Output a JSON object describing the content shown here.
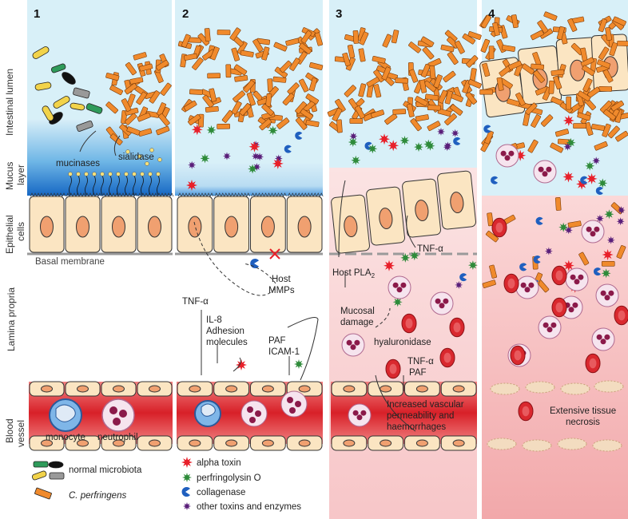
{
  "panels": [
    {
      "number": "1"
    },
    {
      "number": "2"
    },
    {
      "number": "3"
    },
    {
      "number": "4"
    }
  ],
  "row_labels": {
    "lumen": "Intestinal lumen",
    "mucus_1": "Mucus",
    "mucus_2": "layer",
    "epithelial_1": "Epithelial",
    "epithelial_2": "cells",
    "basal": "Basal membrane",
    "lamina": "Lamina propria",
    "blood_1": "Blood",
    "blood_2": "vessel"
  },
  "panel1": {
    "mucinases": "mucinases",
    "sialidase": "sialidase",
    "monocyte": "monocyte",
    "neutrophil": "neutrophil"
  },
  "panel2": {
    "host_1": "Host",
    "host_2": "MMPs",
    "tnf": "TNF-α",
    "il8": "IL-8",
    "adhesion_1": "Adhesion",
    "adhesion_2": "molecules",
    "paf": "PAF",
    "icam": "ICAM-1"
  },
  "panel3": {
    "host_pla": "Host PLA",
    "pla_sub": "2",
    "tnf_top": "TNF-α",
    "mucosal_1": "Mucosal",
    "mucosal_2": "damage",
    "hyaluronidase": "hyaluronidase",
    "tnf": "TNF-α",
    "paf": "PAF",
    "vasc_1": "Increased vascular",
    "vasc_2": "permeability and",
    "vasc_3": "haemorrhages"
  },
  "panel4": {
    "necrosis_1": "Extensive tissue",
    "necrosis_2": "necrosis"
  },
  "legend": {
    "normal": "normal microbiota",
    "cperf": "C. perfringens",
    "alpha": "alpha toxin",
    "pfo": "perfringolysin O",
    "collagenase": "collagenase",
    "other": "other toxins and enzymes"
  },
  "colors": {
    "cperf": "#f08a2c",
    "alpha": "#e8202a",
    "pfo": "#2e8b3a",
    "collagenase": "#1f5fbf",
    "other": "#5a1f7a",
    "epithelial": "#fbe5c2",
    "nucleus": "#f0a070",
    "lumen": "#d8f0f8",
    "mucus": "#1a7fd0",
    "vessel": "#d9282e",
    "damage": "#f7c9c9"
  }
}
